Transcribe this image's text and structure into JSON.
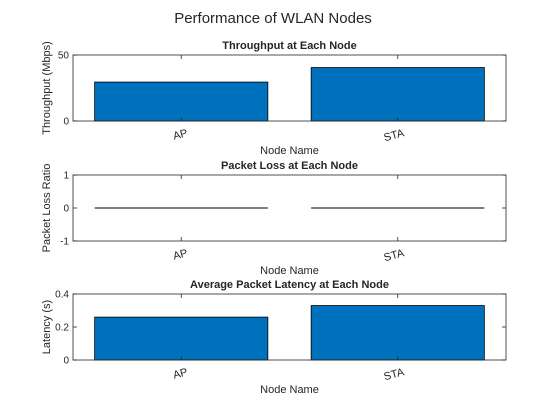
{
  "figure_title": "Performance of WLAN Nodes",
  "colors": {
    "bar": "#0072BD",
    "axis": "#262626",
    "background": "#ffffff"
  },
  "chart_data": [
    {
      "type": "bar",
      "title": "Throughput at Each Node",
      "xlabel": "Node Name",
      "ylabel": "Throughput (Mbps)",
      "categories": [
        "AP",
        "STA"
      ],
      "values": [
        29.5,
        40.5
      ],
      "ylim": [
        0,
        50
      ],
      "yticks": [
        0,
        50
      ],
      "xlim": [
        0.5,
        2.5
      ],
      "grid": false
    },
    {
      "type": "bar",
      "title": "Packet Loss at Each Node",
      "xlabel": "Node Name",
      "ylabel": "Packet Loss Ratio",
      "categories": [
        "AP",
        "STA"
      ],
      "values": [
        0,
        0
      ],
      "ylim": [
        -1,
        1
      ],
      "yticks": [
        -1,
        0,
        1
      ],
      "xlim": [
        0.5,
        2.5
      ],
      "grid": false
    },
    {
      "type": "bar",
      "title": "Average Packet Latency at Each Node",
      "xlabel": "Node Name",
      "ylabel": "Latency (s)",
      "categories": [
        "AP",
        "STA"
      ],
      "values": [
        0.26,
        0.33
      ],
      "ylim": [
        0,
        0.4
      ],
      "yticks": [
        0,
        0.2,
        0.4
      ],
      "xlim": [
        0.5,
        2.5
      ],
      "grid": false
    }
  ]
}
